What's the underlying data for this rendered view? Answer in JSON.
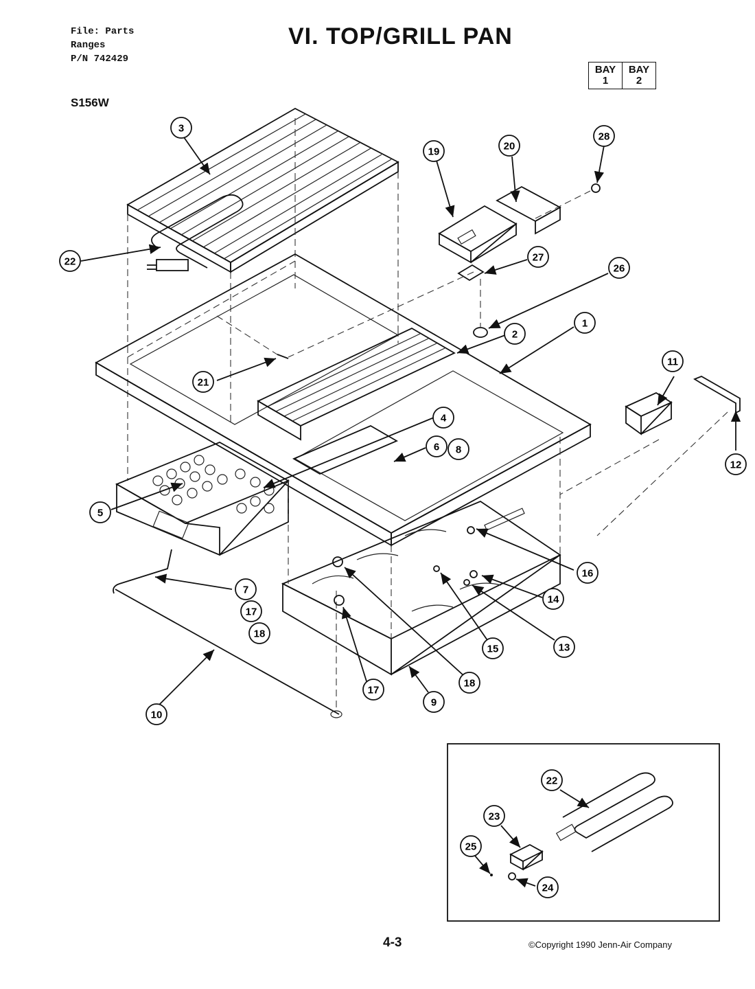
{
  "header": {
    "file_line": "File: Parts",
    "category_line": "Ranges",
    "pn_line": "P/N 742429",
    "title": "VI. TOP/GRILL PAN",
    "model": "S156W"
  },
  "bay_box": [
    {
      "label": "BAY",
      "number": "1"
    },
    {
      "label": "BAY",
      "number": "2"
    }
  ],
  "callouts": [
    "1",
    "2",
    "3",
    "4",
    "5",
    "6",
    "7",
    "8",
    "9",
    "10",
    "11",
    "12",
    "13",
    "14",
    "15",
    "16",
    "17",
    "17",
    "18",
    "18",
    "19",
    "20",
    "21",
    "22",
    "26",
    "27",
    "28",
    "17",
    "18"
  ],
  "inset_callouts": [
    "22",
    "23",
    "24",
    "25"
  ],
  "footer": {
    "page_number": "4-3",
    "copyright": "©Copyright 1990 Jenn-Air Company"
  }
}
